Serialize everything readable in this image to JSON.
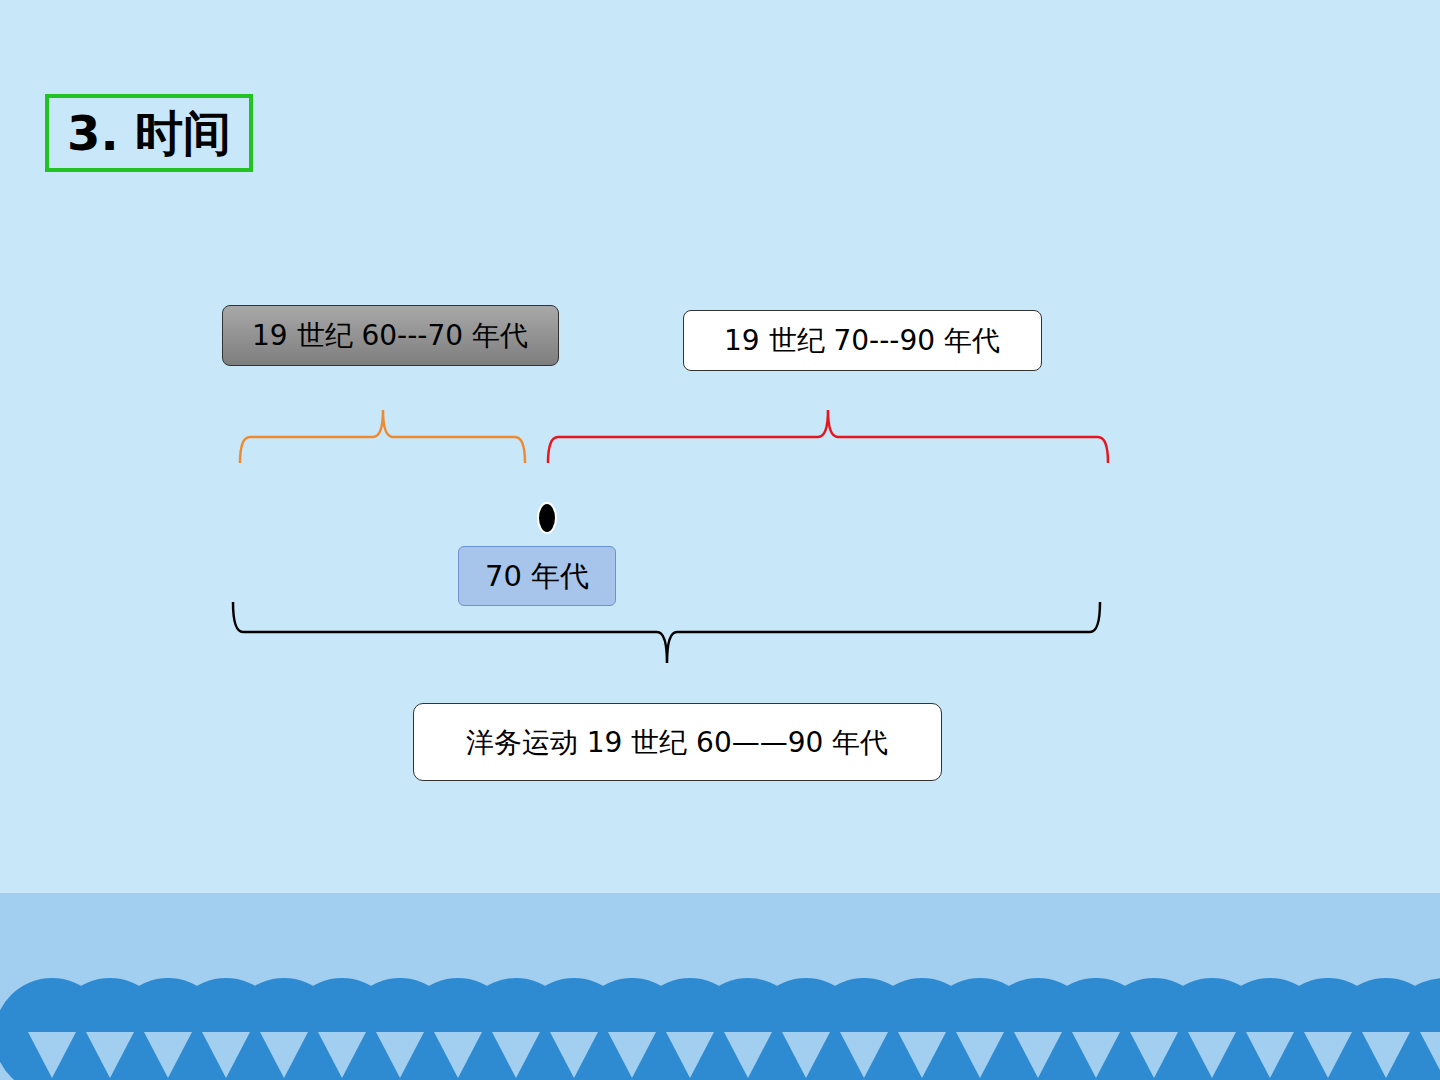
{
  "diagram": {
    "title": "3. 时间",
    "nodes": [
      {
        "text": [
          "19 世纪 60---70 年代"
        ]
      },
      {
        "text": [
          "19 世纪 70---90 年代"
        ]
      },
      {
        "text": [
          "70 年代"
        ]
      },
      {
        "text": [
          "洋务运动 19 世纪 60——90 年代"
        ]
      }
    ]
  }
}
